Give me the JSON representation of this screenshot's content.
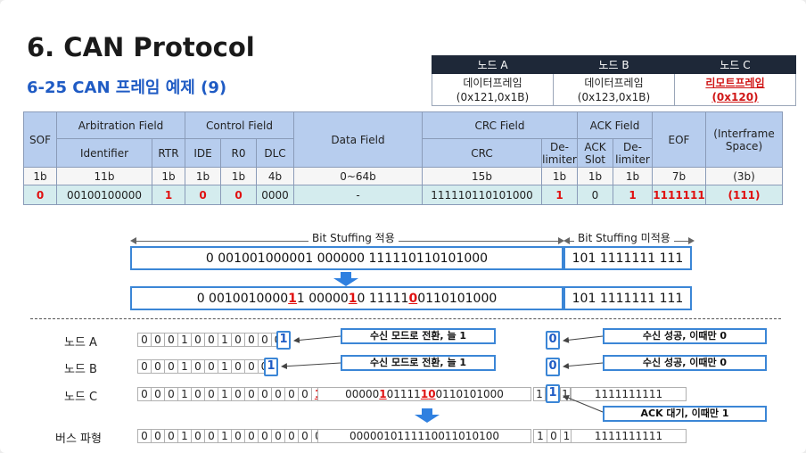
{
  "title": "6. CAN Protocol",
  "subtitle": "6-25 CAN 프레임 예제 (9)",
  "nodes_table": {
    "headers": [
      "노드 A",
      "노드 B",
      "노드 C"
    ],
    "cells": [
      {
        "line1": "데이터프레임",
        "line2": "(0x121,0x1B)"
      },
      {
        "line1": "데이터프레임",
        "line2": "(0x123,0x1B)"
      },
      {
        "line1": "리모트프레임",
        "line2": "(0x120)"
      }
    ]
  },
  "frame_table": {
    "sof": "SOF",
    "arbitration": "Arbitration Field",
    "identifier": "Identifier",
    "rtr": "RTR",
    "control": "Control Field",
    "ide": "IDE",
    "r0": "R0",
    "dlc": "DLC",
    "data_field": "Data Field",
    "crc_field": "CRC Field",
    "crc": "CRC",
    "crc_delim": "De-limiter",
    "ack_field": "ACK Field",
    "ack_slot": "ACK Slot",
    "ack_delim": "De-limiter",
    "eof": "EOF",
    "interframe": "(Interframe Space)",
    "sizes": [
      "1b",
      "11b",
      "1b",
      "1b",
      "1b",
      "4b",
      "0~64b",
      "15b",
      "1b",
      "1b",
      "1b",
      "7b",
      "(3b)"
    ],
    "values": [
      "0",
      "00100100000",
      "1",
      "0",
      "0",
      "0000",
      "-",
      "111110110101000",
      "1",
      "0",
      "1",
      "1111111",
      "(111)"
    ]
  },
  "bit_stuffing": {
    "applied_label": "Bit Stuffing 적용",
    "not_applied_label": "Bit Stuffing 미적용",
    "before_main": "0 001001000001 000000 111110110101000",
    "before_tail": "101 1111111 111",
    "after_parts": [
      "0 0010010000",
      "1",
      "1 00000",
      "1",
      "0 11111",
      "0",
      "0110101000"
    ],
    "after_tail": "101 1111111 111"
  },
  "nodes": {
    "a_label": "노드 A",
    "b_label": "노드 B",
    "c_label": "노드 C",
    "bus_label": "버스 파형",
    "a_bits": [
      "0",
      "0",
      "0",
      "1",
      "0",
      "0",
      "1",
      "0",
      "0",
      "0",
      "0"
    ],
    "a_hl": "1",
    "a_ack": "0",
    "b_bits": [
      "0",
      "0",
      "0",
      "1",
      "0",
      "0",
      "1",
      "0",
      "0",
      "0"
    ],
    "b_hl": "1",
    "b_ack": "0",
    "c_bits": [
      "0",
      "0",
      "0",
      "1",
      "0",
      "0",
      "1",
      "0",
      "0",
      "0",
      "0",
      "0",
      "0"
    ],
    "c_red": "1",
    "c_after": [
      "1",
      "1"
    ],
    "c_crc": [
      "00000",
      "1",
      "01111",
      "1",
      "0",
      "0110101000"
    ],
    "c_tail1": "1",
    "c_ack": "1",
    "c_tail2": "1",
    "c_eof": "1111111111",
    "bus_bits": [
      "0",
      "0",
      "0",
      "1",
      "0",
      "0",
      "1",
      "0",
      "0",
      "0",
      "0",
      "0",
      "0",
      "0",
      "1",
      "1"
    ],
    "bus_crc": "0000010111110011010100",
    "bus_tail": [
      "1",
      "0",
      "1"
    ],
    "bus_eof": "1111111111",
    "callout_recv": "수신 모드로 전환, 늘 1",
    "callout_ok": "수신 성공, 이때만 0",
    "callout_ack": "ACK 대기, 이때만 1"
  }
}
